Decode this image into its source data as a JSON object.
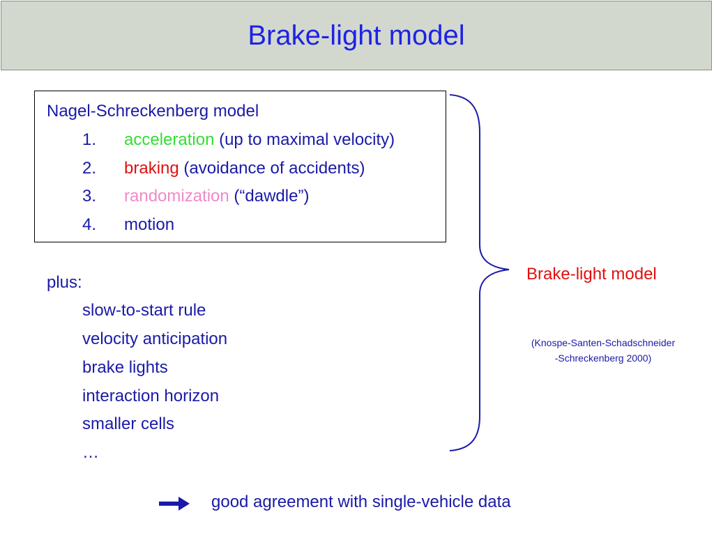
{
  "slide": {
    "title": "Brake-light model",
    "nasch": {
      "heading": "Nagel-Schreckenberg model",
      "steps": [
        {
          "num": "1.",
          "key": "acceleration",
          "rest": " (up to maximal velocity)",
          "key_color": "#33dd33"
        },
        {
          "num": "2.",
          "key": "braking",
          "rest": " (avoidance of accidents)",
          "key_color": "#e01010"
        },
        {
          "num": "3.",
          "key": "randomization",
          "rest": " (“dawdle”)",
          "key_color": "#f08ac8"
        },
        {
          "num": "4.",
          "key": "motion",
          "rest": "",
          "key_color": "#1a1aa8"
        }
      ]
    },
    "plus": {
      "heading": "plus:",
      "items": [
        "slow-to-start rule",
        "velocity anticipation",
        "brake lights",
        "interaction horizon",
        "smaller cells",
        "…"
      ]
    },
    "result": {
      "label": "Brake-light model",
      "citation_line1": "(Knospe-Santen-Schadschneider",
      "citation_line2": "-Schreckenberg 2000)"
    },
    "conclusion": "good agreement with single-vehicle data",
    "colors": {
      "text": "#1a1aa8",
      "title": "#1e22e6",
      "title_bg": "#d3d8ce",
      "arrow": "#1a1aa8"
    }
  }
}
